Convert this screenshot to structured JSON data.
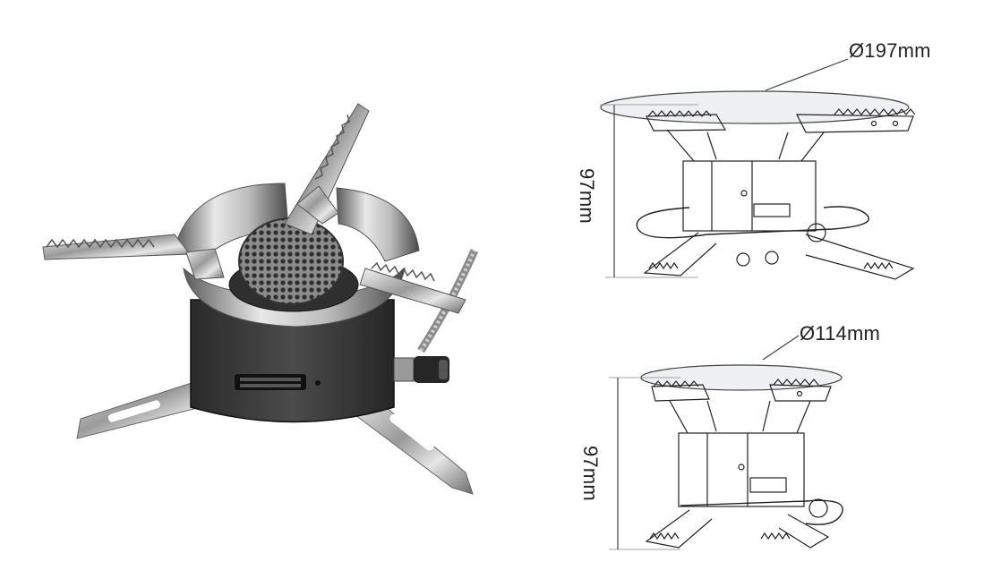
{
  "figure": {
    "product": "camping-gas-stove",
    "views": [
      {
        "id": "large-pot-support",
        "diameter_label": "Ø197mm",
        "height_label": "97mm"
      },
      {
        "id": "small-pot-support",
        "diameter_label": "Ø114mm",
        "height_label": "97mm"
      }
    ]
  }
}
